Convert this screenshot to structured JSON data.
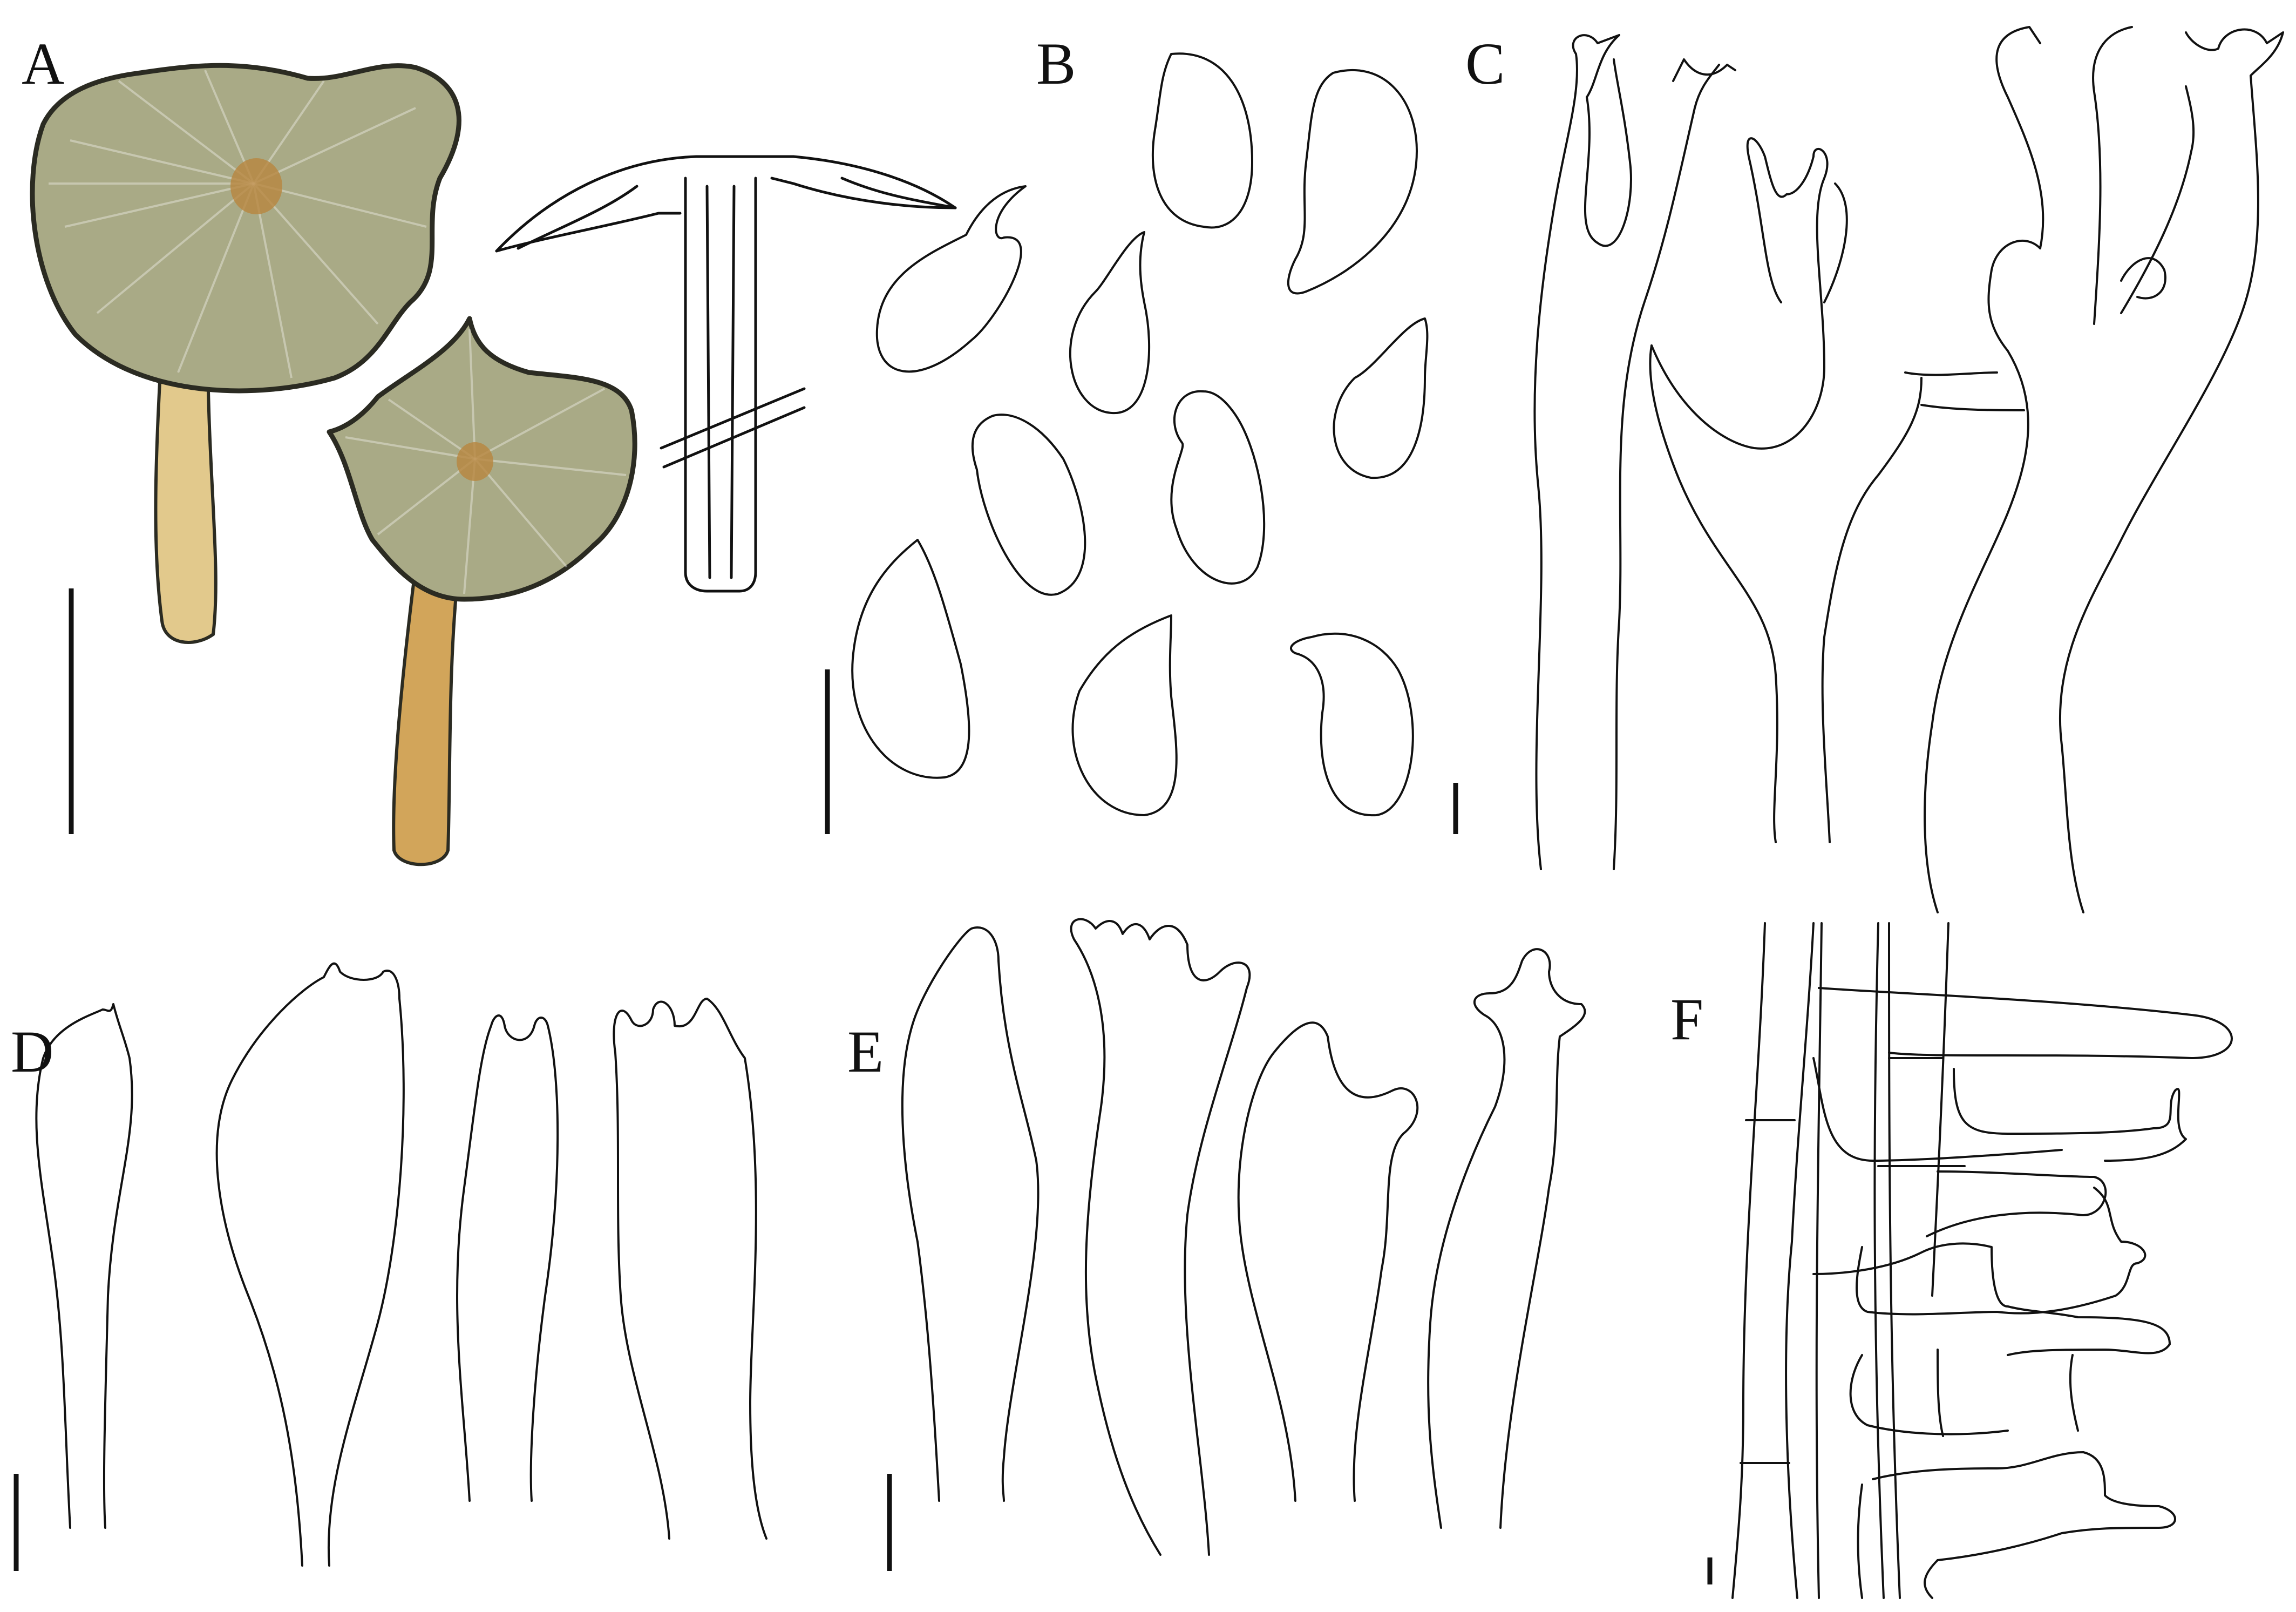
{
  "figure": {
    "panels": [
      {
        "id": "A",
        "label": "A",
        "content": "basidiomata-and-section"
      },
      {
        "id": "B",
        "label": "B",
        "content": "basidiospores"
      },
      {
        "id": "C",
        "label": "C",
        "content": "pileipellis-hyphae"
      },
      {
        "id": "D",
        "label": "D",
        "content": "basidia"
      },
      {
        "id": "E",
        "label": "E",
        "content": "cheilocystidia"
      },
      {
        "id": "F",
        "label": "F",
        "content": "stipitipellis-hyphae"
      }
    ]
  },
  "colors": {
    "cap_fill": "#a9aa86",
    "cap_center": "#b8863e",
    "stipe_fill": "#e2c98c",
    "stipe_fill_dark": "#d2a55a",
    "ink": "#111111",
    "background": "#ffffff"
  }
}
